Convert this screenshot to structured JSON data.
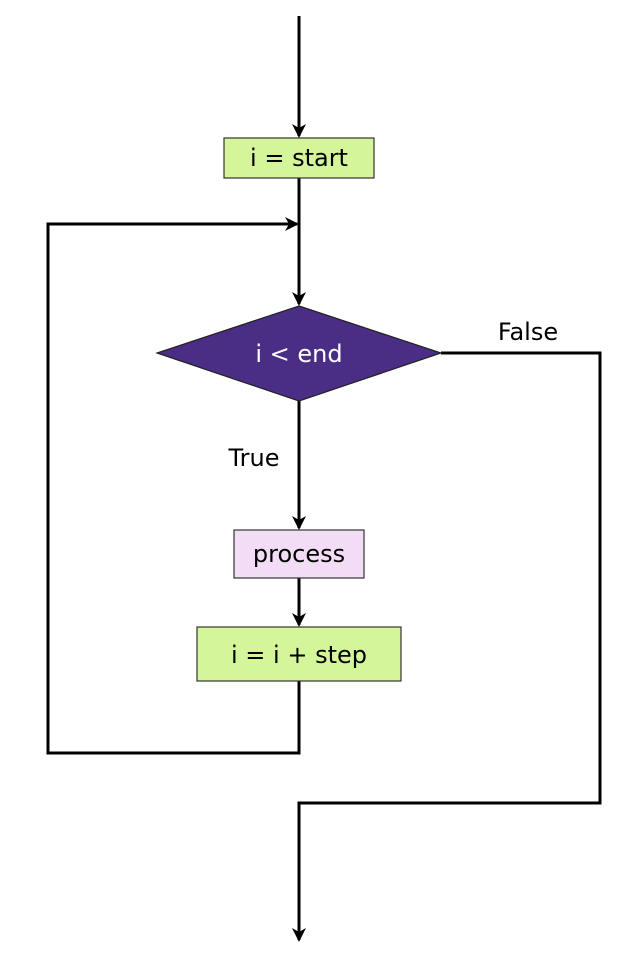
{
  "diagram": {
    "type": "flowchart",
    "title": "",
    "nodes": [
      {
        "id": "init",
        "shape": "rectangle",
        "label": "i = start",
        "fill": "#d4f59a"
      },
      {
        "id": "cond",
        "shape": "diamond",
        "label": "i < end",
        "fill": "#4a2d85",
        "text_color": "#ffffff"
      },
      {
        "id": "process",
        "shape": "rectangle",
        "label": "process",
        "fill": "#f3dcf5"
      },
      {
        "id": "update",
        "shape": "rectangle",
        "label": "i = i + step",
        "fill": "#d4f59a"
      }
    ],
    "edges": [
      {
        "from": "entry",
        "to": "init",
        "label": ""
      },
      {
        "from": "init",
        "to": "cond",
        "label": ""
      },
      {
        "from": "cond",
        "to": "process",
        "label": "True"
      },
      {
        "from": "process",
        "to": "update",
        "label": ""
      },
      {
        "from": "update",
        "to": "cond",
        "label": "",
        "kind": "loop-back"
      },
      {
        "from": "cond",
        "to": "exit",
        "label": "False"
      }
    ],
    "edge_labels": {
      "true": "True",
      "false": "False"
    },
    "colors": {
      "line": "#000000",
      "green_fill": "#d4f59a",
      "purple_fill": "#4a2d85",
      "pink_fill": "#f3dcf5",
      "box_stroke": "#333333"
    }
  }
}
